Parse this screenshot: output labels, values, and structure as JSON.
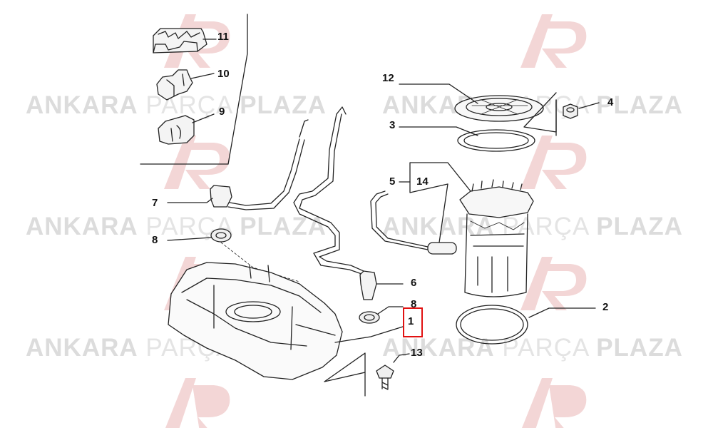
{
  "watermark": {
    "brand_left": "ANKARA",
    "brand_mid": "PARÇA",
    "brand_right": "PLAZA",
    "logo_color": "#f2d4d4",
    "text_color": "#dcdcdc"
  },
  "diagram": {
    "highlight_color": "#e11111",
    "line_color": "#111111",
    "highlighted_callout": "1",
    "callouts": {
      "c1": "1",
      "c2": "2",
      "c3": "3",
      "c4": "4",
      "c5": "5",
      "c6": "6",
      "c7": "7",
      "c8a": "8",
      "c8b": "8",
      "c9": "9",
      "c10": "10",
      "c11": "11",
      "c12": "12",
      "c13": "13",
      "c14": "14"
    }
  }
}
